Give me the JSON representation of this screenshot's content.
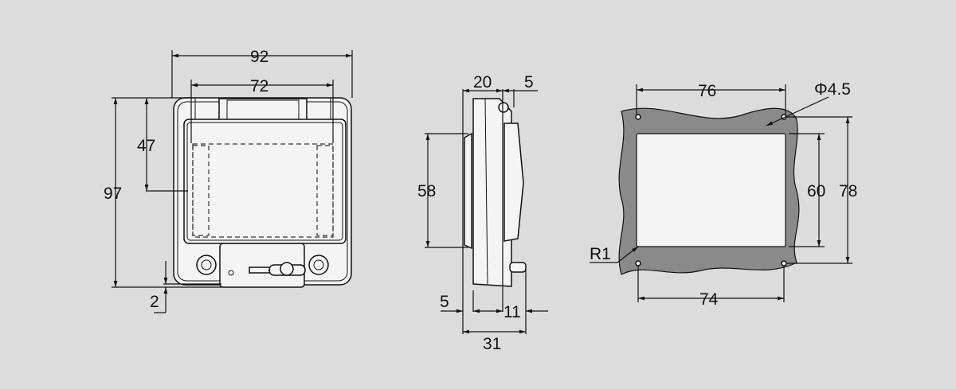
{
  "colors": {
    "background": "#dcdcdc",
    "panel": "#8a8a8a",
    "body": "#f4f4f4",
    "line": "#111111"
  },
  "front_view": {
    "width_outer": "92",
    "width_inner": "72",
    "height_window": "47",
    "height_total": "97",
    "offset_bottom": "2"
  },
  "side_view": {
    "depth_front": "20",
    "hinge": "5",
    "height": "58",
    "flange": "5",
    "cover": "11",
    "depth_total": "31"
  },
  "cutout_view": {
    "top_width": "76",
    "hole_diameter": "Φ4.5",
    "cutout_height": "60",
    "hole_height": "78",
    "corner_radius": "R1",
    "bottom_width": "74"
  }
}
